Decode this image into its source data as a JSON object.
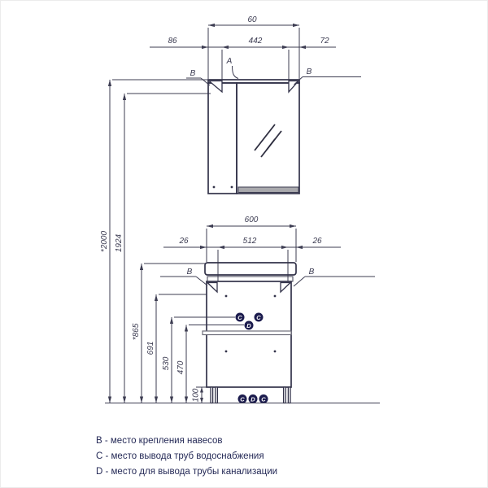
{
  "drawing": {
    "mirror_cabinet": {
      "width_total": "60",
      "width_left": "86",
      "width_center": "442",
      "width_right": "72",
      "point_a": "A",
      "bracket_left": "B",
      "bracket_right": "B"
    },
    "vanity_cabinet": {
      "width_total": "600",
      "width_left": "26",
      "width_center": "512",
      "width_right": "26",
      "bracket_left": "B",
      "bracket_right": "B"
    },
    "heights": {
      "total": "*2000",
      "brackets": "1924",
      "basin_top": "*865",
      "carcass": "691",
      "water_supply": "530",
      "drain": "470",
      "legs": "100"
    },
    "markers": {
      "c": "C",
      "d": "D"
    }
  },
  "legend": {
    "items": [
      "B - место крепления навесов",
      "C - место вывода труб водоснабжения",
      "D - место для вывода трубы канализации"
    ]
  },
  "colors": {
    "line": "#3d3d52",
    "marker_fill": "#1c1c4e",
    "legend_text": "#252a57"
  }
}
